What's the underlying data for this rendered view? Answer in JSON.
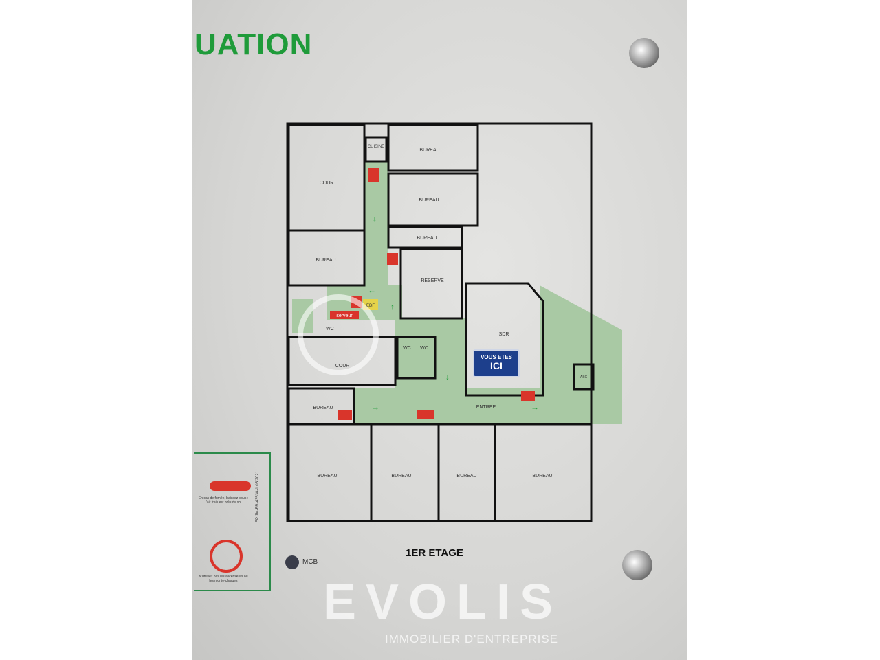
{
  "sign": {
    "title_fragment": "UATION",
    "floor_label": "1ER ETAGE",
    "you_are_here": {
      "line1": "VOUS ETES",
      "line2": "ICI"
    },
    "rooms": {
      "cour_top": "COUR",
      "cuisine": "CUISINE",
      "bureau_1": "BUREAU",
      "bureau_2": "BUREAU",
      "bureau_3": "BUREAU",
      "bureau_left": "BUREAU",
      "reserve": "RESERVE",
      "sdr": "SDR",
      "edf": "EDF",
      "serveur": "serveur",
      "wc_1": "WC",
      "wc_2": "WC",
      "wc_3": "WC",
      "cour_mid": "COUR",
      "bureau_small": "BUREAU",
      "entree": "ENTREE",
      "bureau_b1": "BUREAU",
      "bureau_b2": "BUREAU",
      "bureau_b3": "BUREAU",
      "bureau_b4": "BUREAU",
      "asc": "ASC"
    },
    "safety_panel": {
      "smoke_text": "En cas de fumée, baissez-vous : l'air frais est près du sol",
      "elevator_text": "N'utilisez pas les ascenseurs ou les monte-charges"
    },
    "reference_code": "EP JM-FR-43538-1 05/2021",
    "maker_logo": "MCB",
    "colors": {
      "exit_green": "#1f9b3a",
      "corridor": "#a9c9a4",
      "here_blue": "#1d3f8c",
      "extinguisher_red": "#d9352b"
    }
  },
  "watermark": {
    "brand": "EVOLIS",
    "tagline": "IMMOBILIER D'ENTREPRISE"
  }
}
